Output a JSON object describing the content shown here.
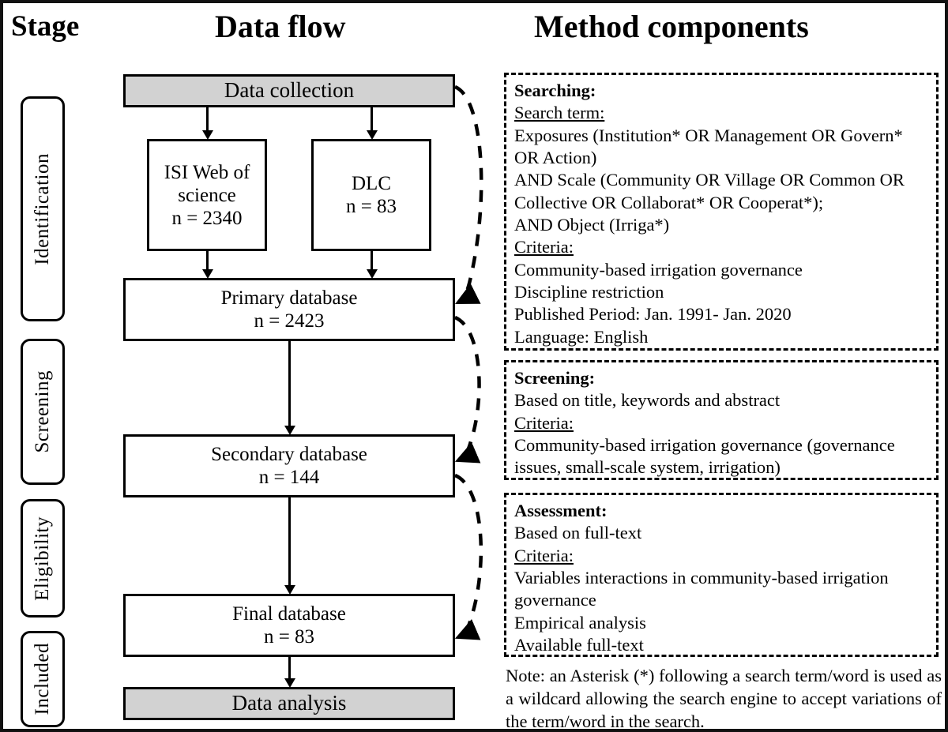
{
  "headers": {
    "stage": "Stage",
    "data_flow": "Data flow",
    "method_components": "Method components"
  },
  "stages": [
    {
      "id": "identification",
      "label": "Identification"
    },
    {
      "id": "screening",
      "label": "Screening"
    },
    {
      "id": "eligibility",
      "label": "Eligibility"
    },
    {
      "id": "included",
      "label": "Included"
    }
  ],
  "flow": {
    "data_collection": {
      "title": "Data collection",
      "count": ""
    },
    "isi": {
      "title_line1": "ISI Web of",
      "title_line2": "science",
      "count": "n = 2340"
    },
    "dlc": {
      "title": "DLC",
      "count": "n = 83"
    },
    "primary": {
      "title": "Primary database",
      "count": "n = 2423"
    },
    "secondary": {
      "title": "Secondary database",
      "count": "n = 144"
    },
    "final": {
      "title": "Final database",
      "count": "n = 83"
    },
    "data_analysis": {
      "title": "Data analysis"
    }
  },
  "method": {
    "searching": {
      "heading": "Searching:",
      "subheading_term": "Search term:",
      "term_lines": [
        "Exposures (Institution* OR Management OR Govern* OR Action)",
        "AND Scale (Community OR Village OR Common OR Collective OR Collaborat* OR Cooperat*);",
        "AND Object (Irriga*)"
      ],
      "subheading_criteria": "Criteria:",
      "criteria_lines": [
        "Community-based irrigation governance",
        "Discipline restriction",
        "Published Period: Jan. 1991- Jan. 2020",
        "Language: English"
      ]
    },
    "screening": {
      "heading": "Screening:",
      "basis": "Based on title, keywords and abstract",
      "subheading_criteria": "Criteria:",
      "criteria_lines": [
        "Community-based irrigation governance (governance issues, small-scale system, irrigation)"
      ]
    },
    "assessment": {
      "heading": "Assessment:",
      "basis": "Based on full-text",
      "subheading_criteria": "Criteria:",
      "criteria_lines": [
        "Variables interactions in community-based irrigation governance",
        "Empirical analysis",
        "Available full-text"
      ]
    },
    "note": "Note: an Asterisk (*) following a search term/word is used as a wildcard allowing the search engine to accept variations of the term/word in the search."
  },
  "colors": {
    "shaded_box": "#d2d2d2",
    "stroke": "#000000",
    "background": "#ffffff"
  }
}
